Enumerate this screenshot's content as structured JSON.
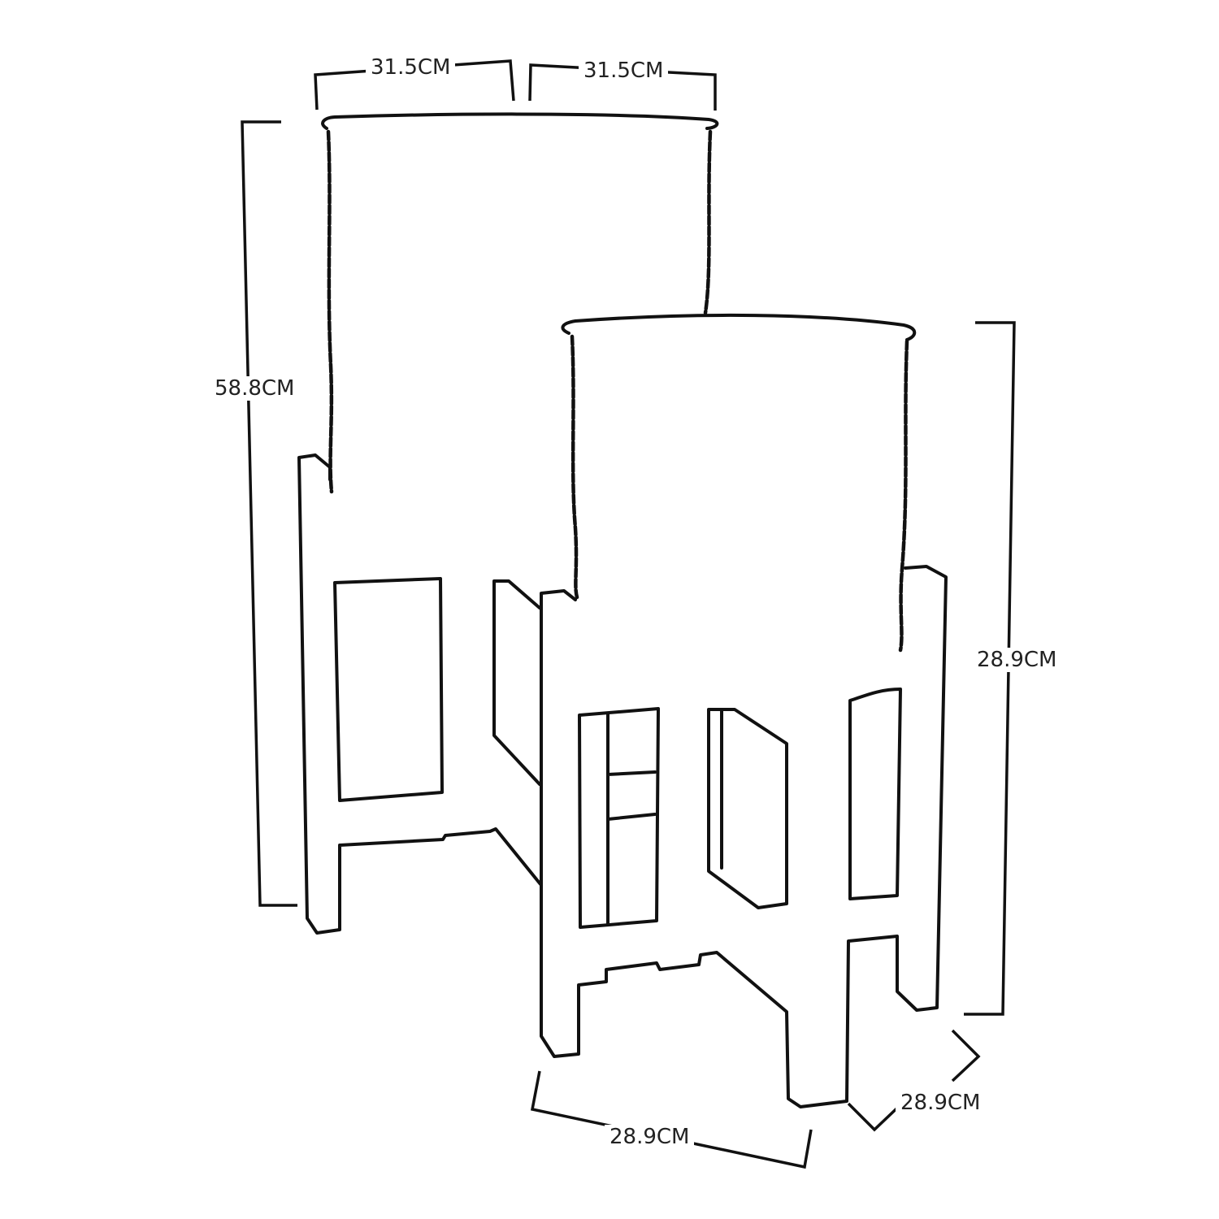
{
  "dimensions": {
    "large_top_left_width": "31.5CM",
    "large_top_right_width": "31.5CM",
    "large_height": "58.8CM",
    "small_height": "28.9CM",
    "small_base_front_width": "28.9CM",
    "small_base_depth": "28.9CM"
  },
  "colors": {
    "line": "#111111",
    "text": "#222222",
    "background": "#ffffff"
  }
}
